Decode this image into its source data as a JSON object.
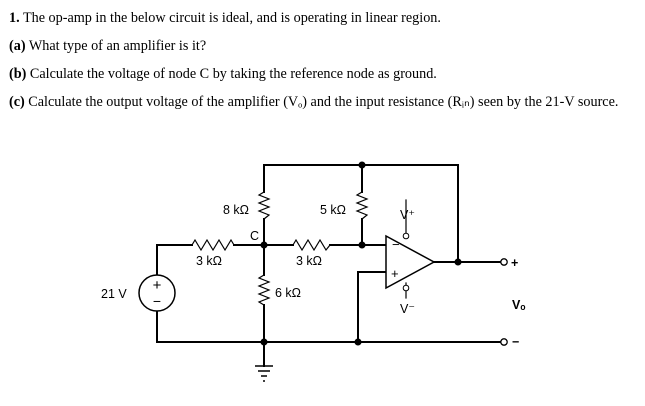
{
  "problem": {
    "number": "1.",
    "intro": "The op-amp in the below circuit is ideal, and is operating in linear region.",
    "part_a_label": "(a)",
    "part_a_text": "What type of an amplifier is it?",
    "part_b_label": "(b)",
    "part_b_text": "Calculate the voltage of node C by taking the reference node as ground.",
    "part_c_label": "(c)",
    "part_c_text": "Calculate the output voltage of the amplifier (Vₒ) and the input resistance (Rᵢₙ) seen by the 21-V source."
  },
  "circuit": {
    "source_label": "21 V",
    "source_plus": "+",
    "source_minus": "−",
    "r_top_left": "8 kΩ",
    "r_top_right": "5 kΩ",
    "r_bottom_left": "3 kΩ",
    "r_bottom_mid": "3 kΩ",
    "r_vertical": "6 kΩ",
    "node_c": "C",
    "opamp_inv": "−",
    "opamp_noninv": "+",
    "vplus": "V⁺",
    "vminus": "V⁻",
    "out_plus": "+",
    "out_minus": "−",
    "out_label": "Vₒ"
  }
}
